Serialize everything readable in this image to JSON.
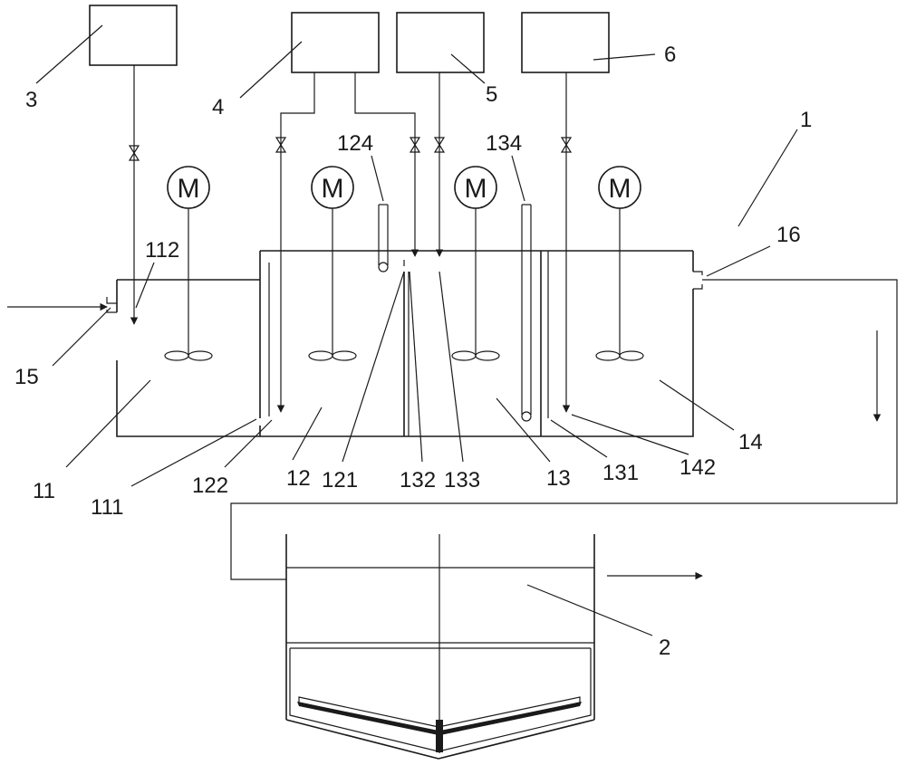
{
  "labels": {
    "l1": "1",
    "l2": "2",
    "l3": "3",
    "l4": "4",
    "l5": "5",
    "l6": "6",
    "l11": "11",
    "l12": "12",
    "l13": "13",
    "l14": "14",
    "l15": "15",
    "l16": "16",
    "l111": "111",
    "l112": "112",
    "l121": "121",
    "l122": "122",
    "l124": "124",
    "l131": "131",
    "l132": "132",
    "l133": "133",
    "l134": "134",
    "l142": "142"
  },
  "motor_symbol": "M"
}
